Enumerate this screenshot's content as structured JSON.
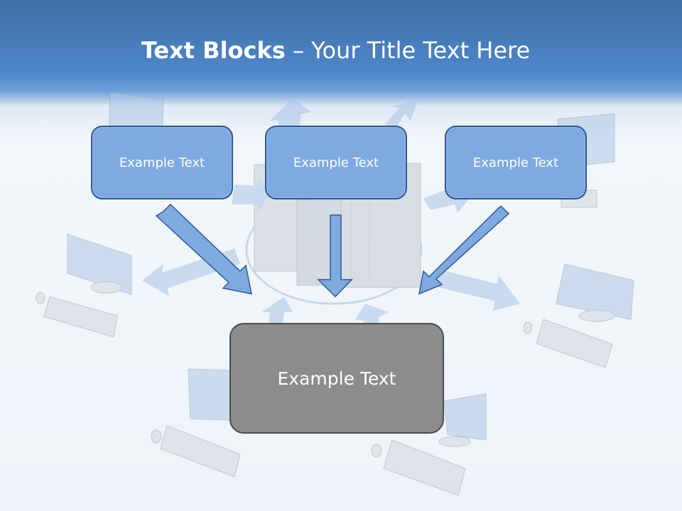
{
  "title": {
    "bold": "Text Blocks",
    "rest": " – Your Title Text Here"
  },
  "blocks": {
    "left": "Example Text",
    "center": "Example Text",
    "right": "Example Text",
    "bottom": "Example Text"
  },
  "colors": {
    "title_bar": "#4d86c8",
    "block_fill": "#7ea9e1",
    "block_border": "#2d5790",
    "bottom_fill": "#8c8c8c",
    "arrow_fill": "#7ea9e1"
  }
}
